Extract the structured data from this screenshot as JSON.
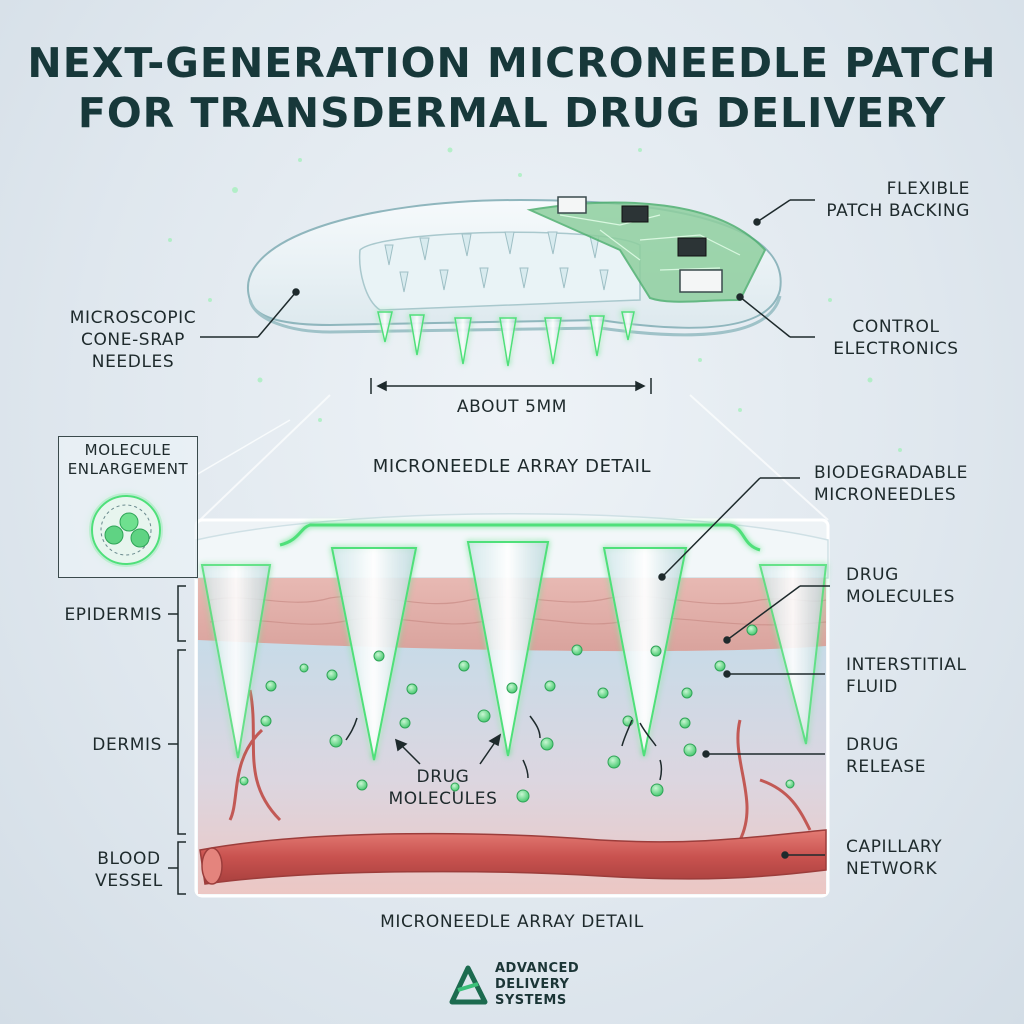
{
  "title": {
    "line1": "NEXT-GENERATION MICRONEEDLE PATCH",
    "line2": "FOR TRANSDERMAL DRUG DELIVERY"
  },
  "labels": {
    "flexible_backing": [
      "FLEXIBLE",
      "PATCH BACKING"
    ],
    "microscopic_needles": [
      "MICROSCOPIC",
      "CONE-SRAP",
      "NEEDLES"
    ],
    "control_electronics": [
      "CONTROL",
      "ELECTRONICS"
    ],
    "about_size": "ABOUT 5MM",
    "molecule_enlargement": [
      "MOLECULE",
      "ENLARGEMENT"
    ],
    "array_detail_top": "MICRONEEDLE ARRAY DETAIL",
    "biodegradable": [
      "BIODEGRADABLE",
      "MICRONEEDLES"
    ],
    "drug_molecules_right": [
      "DRUG",
      "MOLECULES"
    ],
    "interstitial_fluid": [
      "INTERSTITIAL",
      "FLUID"
    ],
    "drug_release": [
      "DRUG",
      "RELEASE"
    ],
    "capillary_network": [
      "CAPILLARY",
      "NETWORK"
    ],
    "epidermis": "EPIDERMIS",
    "dermis": "DERMIS",
    "blood_vessel": [
      "BLOOD",
      "VESSEL"
    ],
    "drug_molecules_center": [
      "DRUG",
      "MOLECULES"
    ],
    "array_detail_bottom": "MICRONEEDLE ARRAY DETAIL"
  },
  "logo": {
    "lines": [
      "ADVANCED",
      "DELIVERY",
      "SYSTEMS"
    ],
    "icon": "triangle-logo-icon"
  },
  "colors": {
    "accent_green": "#4fe07a",
    "title": "#17383a",
    "skin_layer": "#d9a3a0",
    "vessel": "#c45a58"
  }
}
